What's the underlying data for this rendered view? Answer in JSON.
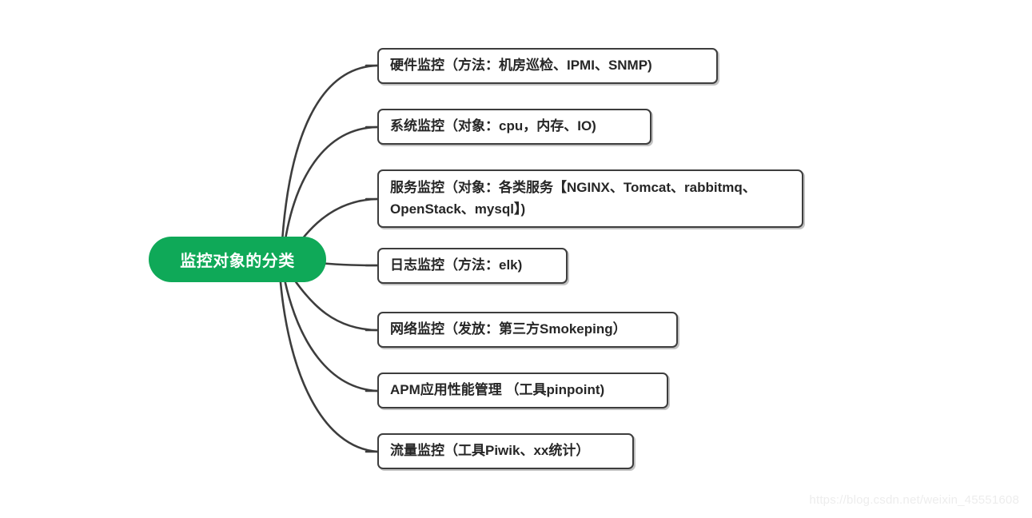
{
  "diagram": {
    "type": "mindmap",
    "root": {
      "label": "监控对象的分类",
      "fill_color": "#0fa958",
      "text_color": "#ffffff"
    },
    "branches": [
      {
        "label": "硬件监控（方法：机房巡检、IPMI、SNMP)"
      },
      {
        "label": "系统监控（对象：cpu，内存、IO)"
      },
      {
        "label": "服务监控（对象：各类服务【NGINX、Tomcat、rabbitmq、OpenStack、mysql】)"
      },
      {
        "label": "日志监控（方法：elk)"
      },
      {
        "label": "网络监控（发放：第三方Smokeping）"
      },
      {
        "label": "APM应用性能管理 （工具pinpoint)"
      },
      {
        "label": "流量监控（工具Piwik、xx统计）"
      }
    ],
    "node_border_color": "#3d3d3d",
    "edge_color": "#3d3d3d",
    "background_color": "#ffffff"
  },
  "watermark": {
    "text": "https://blog.csdn.net/weixin_45551608"
  }
}
